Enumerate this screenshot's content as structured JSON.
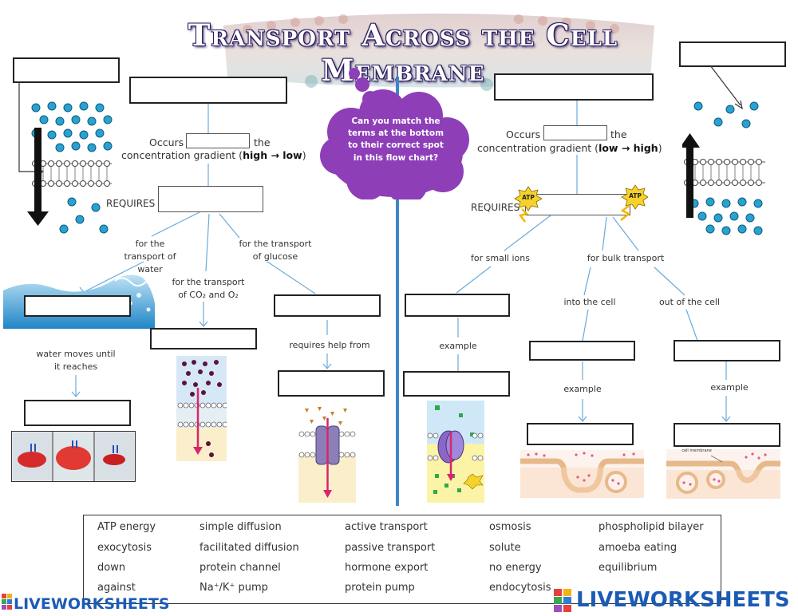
{
  "title": "Transport Across the Cell Membrane",
  "cloud_text": "Can you match the terms at the bottom to their correct spot in this flow chart?",
  "left": {
    "occurs": "Occurs",
    "the": "the",
    "gradient_prefix": "concentration gradient (",
    "gradient_bold": "high → low",
    "gradient_suffix": ")",
    "requires": "REQUIRES",
    "for_water": "for the transport of water",
    "for_glucose": "for the transport of glucose",
    "for_co2": "for the transport of CO₂ and O₂",
    "water_moves": "water moves until it reaches",
    "requires_help": "requires help from"
  },
  "right": {
    "occurs": "Occurs",
    "the": "the",
    "gradient_prefix": "concentration gradient (",
    "gradient_bold": "low → high",
    "gradient_suffix": ")",
    "requires": "REQUIRES",
    "atp": "ATP",
    "for_small_ions": "for small ions",
    "for_bulk": "for bulk transport",
    "into_cell": "into the cell",
    "out_cell": "out of the cell",
    "example1": "example",
    "example2": "example",
    "example3": "example",
    "cell_membrane_label": "cell membrane"
  },
  "word_bank": [
    [
      "ATP energy",
      "simple diffusion",
      "active transport",
      "osmosis",
      "phospholipid bilayer"
    ],
    [
      "exocytosis",
      "facilitated diffusion",
      "passive transport",
      "solute",
      "amoeba eating"
    ],
    [
      "down",
      "protein channel",
      "hormone export",
      "no energy",
      "equilibrium"
    ],
    [
      "against",
      "Na⁺/K⁺ pump",
      "protein pump",
      "endocytosis"
    ]
  ],
  "branding": {
    "left_logo": "LIVEWORKSHEETS",
    "right_logo": "LIVEWORKSHEETS"
  },
  "colors": {
    "divider": "#3d86c6",
    "cloud": "#8e3fb8",
    "molecule": "#2aa1d3",
    "arrow_line": "#6aaad8",
    "logo": "#1b5bb5"
  }
}
